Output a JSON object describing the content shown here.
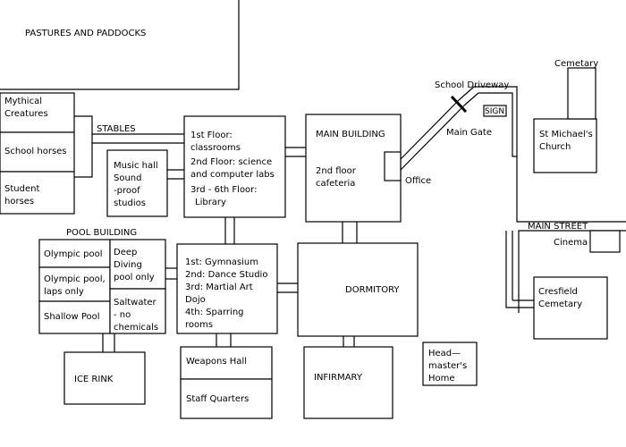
{
  "areas": {
    "pastures": "PASTURES AND PADDOCKS",
    "stables": {
      "label": "STABLES",
      "mythical": [
        "Mythical",
        "Creatures"
      ],
      "school_horses": "School horses",
      "student_horses": [
        "Student",
        "horses"
      ]
    },
    "music_hall": [
      "Music hall",
      "Sound",
      "-proof",
      "studios"
    ],
    "classroom_building": [
      "1st Floor:",
      "classrooms",
      "2nd Floor: science",
      "and computer labs",
      "3rd - 6th Floor:",
      "Library"
    ],
    "main_building": {
      "title": "MAIN BUILDING",
      "cafeteria": [
        "2nd floor",
        "cafeteria"
      ],
      "office": "Office"
    },
    "school_driveway": "School Driveway",
    "main_gate": "Main Gate",
    "sign": "SIGN",
    "cemetery_label": "Cemetary",
    "church": [
      "St Michael's",
      "Church"
    ],
    "main_street": "MAIN STREET",
    "cinema": "Cinema",
    "cresfield_cemetery": [
      "Cresfield",
      "Cemetary"
    ],
    "pool_building": {
      "label": "POOL BUILDING",
      "olympic": "Olympic pool",
      "olympic_laps": [
        "Olympic pool,",
        "laps only"
      ],
      "shallow": "Shallow Pool",
      "deep_diving": [
        "Deep",
        "Diving",
        "pool only"
      ],
      "saltwater": [
        "Saltwater",
        "- no",
        "chemicals"
      ]
    },
    "gym_building": [
      "1st: Gymnasium",
      "2nd: Dance Studio",
      "3rd: Martial Art",
      "Dojo",
      "4th: Sparring",
      "rooms"
    ],
    "dormitory": "DORMITORY",
    "ice_rink": "ICE RINK",
    "weapons_hall": "Weapons Hall",
    "staff_quarters": "Staff Quarters",
    "infirmary": "INFIRMARY",
    "headmaster_home": [
      "Head—",
      "master's",
      "Home"
    ]
  }
}
